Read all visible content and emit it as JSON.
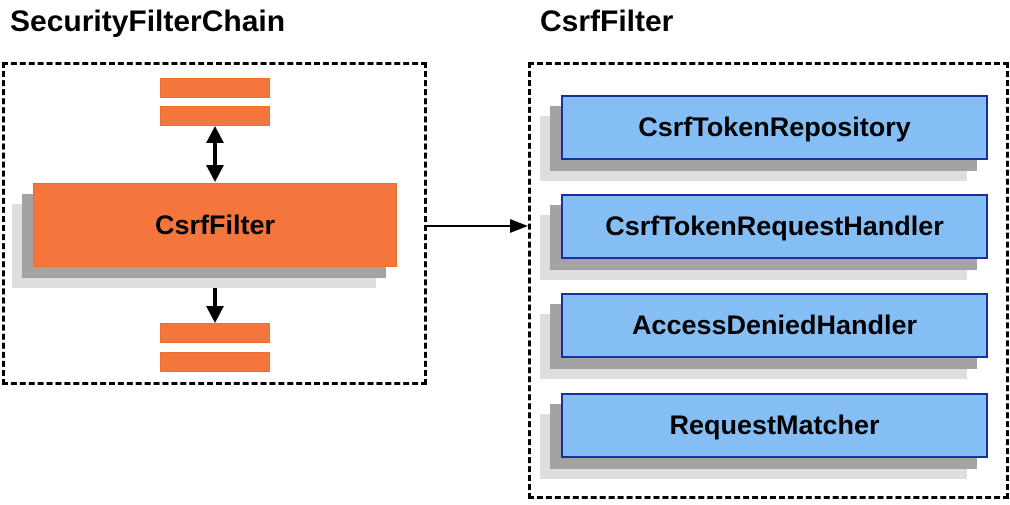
{
  "diagram": {
    "left": {
      "title": "SecurityFilterChain",
      "filter_label": "CsrfFilter"
    },
    "right": {
      "title": "CsrfFilter",
      "components": [
        "CsrfTokenRepository",
        "CsrfTokenRequestHandler",
        "AccessDeniedHandler",
        "RequestMatcher"
      ]
    },
    "colors": {
      "orange_fill": "#F5763C",
      "orange_border": "#ED6F2F",
      "blue_fill": "#85BEF5",
      "blue_border": "#1A2F9E",
      "shadow_dark": "#A3A3A3",
      "shadow_light": "#DEDEDE",
      "line": "#000000"
    }
  }
}
